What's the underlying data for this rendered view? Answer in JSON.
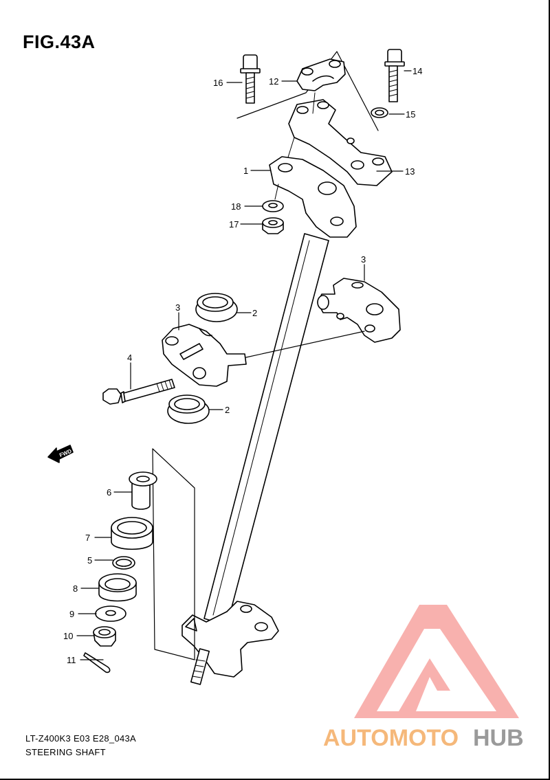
{
  "figure": {
    "title": "FIG.43A",
    "code": "LT-Z400K3 E03 E28_043A",
    "name": "STEERING SHAFT"
  },
  "fwd_label": "FWD",
  "callouts": [
    "1",
    "2",
    "2",
    "3",
    "3",
    "4",
    "5",
    "6",
    "7",
    "8",
    "9",
    "10",
    "11",
    "12",
    "13",
    "14",
    "15",
    "16",
    "17",
    "18"
  ],
  "watermark": {
    "part1": "AUTOMOTO",
    "part2": "HUB",
    "color_warm": "#f5b87a",
    "color_red": "#f28a84",
    "color_gray": "#9a9a9a"
  }
}
